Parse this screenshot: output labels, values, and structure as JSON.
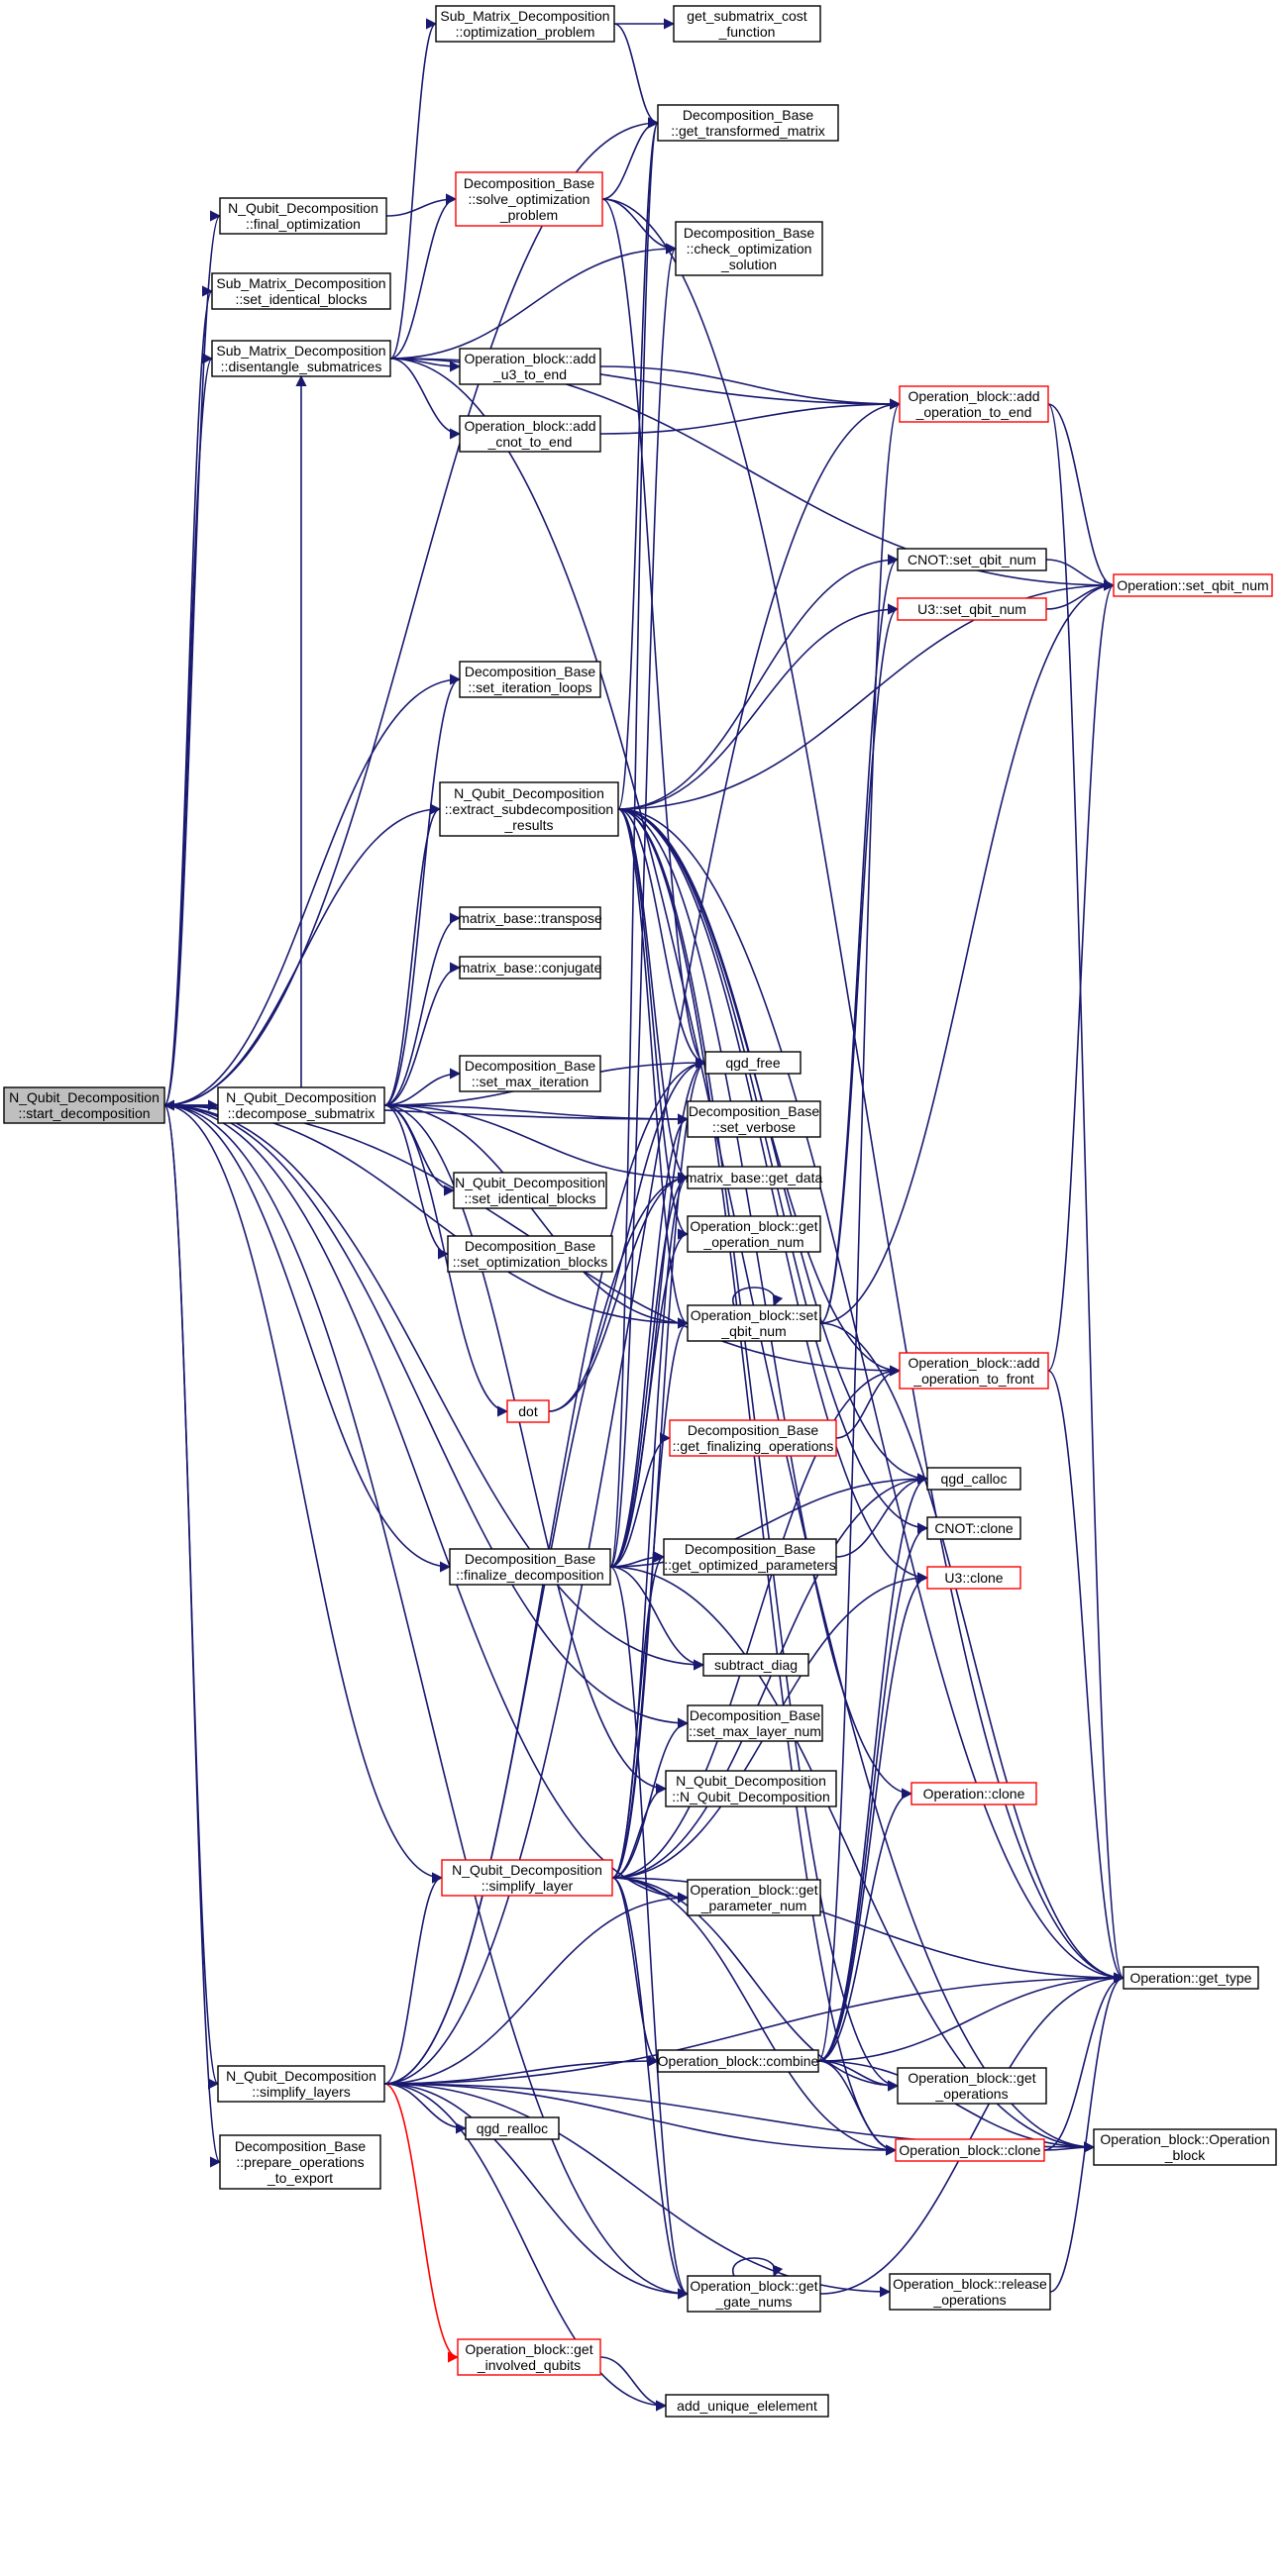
{
  "colors": {
    "edge": "#191970",
    "truncated_edge": "#ff0000",
    "normal_border": "#000000",
    "truncated_border": "#ff0000",
    "current_fill": "#bfbfbf"
  },
  "nodes": [
    {
      "id": "start",
      "lines": [
        "N_Qubit_Decomposition",
        "::start_decomposition"
      ],
      "style": "current"
    },
    {
      "id": "decompose_sub",
      "lines": [
        "N_Qubit_Decomposition",
        "::decompose_submatrix"
      ],
      "style": "normal"
    },
    {
      "id": "final_opt",
      "lines": [
        "N_Qubit_Decomposition",
        "::final_optimization"
      ],
      "style": "normal"
    },
    {
      "id": "smd_set_identical",
      "lines": [
        "Sub_Matrix_Decomposition",
        "::set_identical_blocks"
      ],
      "style": "normal"
    },
    {
      "id": "disentangle",
      "lines": [
        "Sub_Matrix_Decomposition",
        "::disentangle_submatrices"
      ],
      "style": "normal"
    },
    {
      "id": "opt_problem",
      "lines": [
        "Sub_Matrix_Decomposition",
        "::optimization_problem"
      ],
      "style": "normal"
    },
    {
      "id": "get_submatrix_cost",
      "lines": [
        "get_submatrix_cost",
        "_function"
      ],
      "style": "normal"
    },
    {
      "id": "get_transformed",
      "lines": [
        "Decomposition_Base",
        "::get_transformed_matrix"
      ],
      "style": "normal"
    },
    {
      "id": "solve_opt",
      "lines": [
        "Decomposition_Base",
        "::solve_optimization",
        "_problem"
      ],
      "style": "truncated"
    },
    {
      "id": "check_opt",
      "lines": [
        "Decomposition_Base",
        "::check_optimization",
        "_solution"
      ],
      "style": "normal"
    },
    {
      "id": "add_u3",
      "lines": [
        "Operation_block::add",
        "_u3_to_end"
      ],
      "style": "normal"
    },
    {
      "id": "add_cnot",
      "lines": [
        "Operation_block::add",
        "_cnot_to_end"
      ],
      "style": "normal"
    },
    {
      "id": "add_op_end",
      "lines": [
        "Operation_block::add",
        "_operation_to_end"
      ],
      "style": "truncated"
    },
    {
      "id": "cnot_set_qbit",
      "lines": [
        "CNOT::set_qbit_num"
      ],
      "style": "normal"
    },
    {
      "id": "u3_set_qbit",
      "lines": [
        "U3::set_qbit_num"
      ],
      "style": "truncated"
    },
    {
      "id": "op_set_qbit",
      "lines": [
        "Operation::set_qbit_num"
      ],
      "style": "truncated"
    },
    {
      "id": "set_iter_loops",
      "lines": [
        "Decomposition_Base",
        "::set_iteration_loops"
      ],
      "style": "normal"
    },
    {
      "id": "extract",
      "lines": [
        "N_Qubit_Decomposition",
        "::extract_subdecomposition",
        "_results"
      ],
      "style": "normal"
    },
    {
      "id": "transpose",
      "lines": [
        "matrix_base::transpose"
      ],
      "style": "normal"
    },
    {
      "id": "conjugate",
      "lines": [
        "matrix_base::conjugate"
      ],
      "style": "normal"
    },
    {
      "id": "set_max_iter",
      "lines": [
        "Decomposition_Base",
        "::set_max_iteration"
      ],
      "style": "normal"
    },
    {
      "id": "nq_set_identical",
      "lines": [
        "N_Qubit_Decomposition",
        "::set_identical_blocks"
      ],
      "style": "normal"
    },
    {
      "id": "set_opt_blocks",
      "lines": [
        "Decomposition_Base",
        "::set_optimization_blocks"
      ],
      "style": "normal"
    },
    {
      "id": "dot",
      "lines": [
        "dot"
      ],
      "style": "truncated"
    },
    {
      "id": "qgd_free",
      "lines": [
        "qgd_free"
      ],
      "style": "normal"
    },
    {
      "id": "set_verbose",
      "lines": [
        "Decomposition_Base",
        "::set_verbose"
      ],
      "style": "normal"
    },
    {
      "id": "get_data",
      "lines": [
        "matrix_base::get_data"
      ],
      "style": "normal"
    },
    {
      "id": "get_op_num",
      "lines": [
        "Operation_block::get",
        "_operation_num"
      ],
      "style": "normal"
    },
    {
      "id": "ob_set_qbit",
      "lines": [
        "Operation_block::set",
        "_qbit_num"
      ],
      "style": "normal"
    },
    {
      "id": "add_op_front",
      "lines": [
        "Operation_block::add",
        "_operation_to_front"
      ],
      "style": "truncated"
    },
    {
      "id": "get_final_ops",
      "lines": [
        "Decomposition_Base",
        "::get_finalizing_operations"
      ],
      "style": "truncated"
    },
    {
      "id": "qgd_calloc",
      "lines": [
        "qgd_calloc"
      ],
      "style": "normal"
    },
    {
      "id": "finalize",
      "lines": [
        "Decomposition_Base",
        "::finalize_decomposition"
      ],
      "style": "normal"
    },
    {
      "id": "get_opt_params",
      "lines": [
        "Decomposition_Base",
        "::get_optimized_parameters"
      ],
      "style": "normal"
    },
    {
      "id": "cnot_clone",
      "lines": [
        "CNOT::clone"
      ],
      "style": "normal"
    },
    {
      "id": "u3_clone",
      "lines": [
        "U3::clone"
      ],
      "style": "truncated"
    },
    {
      "id": "subtract_diag",
      "lines": [
        "subtract_diag"
      ],
      "style": "normal"
    },
    {
      "id": "set_max_layer",
      "lines": [
        "Decomposition_Base",
        "::set_max_layer_num"
      ],
      "style": "normal"
    },
    {
      "id": "nq_ctor",
      "lines": [
        "N_Qubit_Decomposition",
        "::N_Qubit_Decomposition"
      ],
      "style": "normal"
    },
    {
      "id": "op_clone",
      "lines": [
        "Operation::clone"
      ],
      "style": "truncated"
    },
    {
      "id": "simplify_layer",
      "lines": [
        "N_Qubit_Decomposition",
        "::simplify_layer"
      ],
      "style": "truncated"
    },
    {
      "id": "get_param_num",
      "lines": [
        "Operation_block::get",
        "_parameter_num"
      ],
      "style": "normal"
    },
    {
      "id": "op_get_type",
      "lines": [
        "Operation::get_type"
      ],
      "style": "normal"
    },
    {
      "id": "simplify_layers",
      "lines": [
        "N_Qubit_Decomposition",
        "::simplify_layers"
      ],
      "style": "normal"
    },
    {
      "id": "combine",
      "lines": [
        "Operation_block::combine"
      ],
      "style": "normal"
    },
    {
      "id": "get_operations",
      "lines": [
        "Operation_block::get",
        "_operations"
      ],
      "style": "normal"
    },
    {
      "id": "prepare_ops",
      "lines": [
        "Decomposition_Base",
        "::prepare_operations",
        "_to_export"
      ],
      "style": "normal"
    },
    {
      "id": "qgd_realloc",
      "lines": [
        "qgd_realloc"
      ],
      "style": "normal"
    },
    {
      "id": "ob_clone",
      "lines": [
        "Operation_block::clone"
      ],
      "style": "truncated"
    },
    {
      "id": "ob_ctor",
      "lines": [
        "Operation_block::Operation",
        "_block"
      ],
      "style": "normal"
    },
    {
      "id": "get_gate_nums",
      "lines": [
        "Operation_block::get",
        "_gate_nums"
      ],
      "style": "normal"
    },
    {
      "id": "release_ops",
      "lines": [
        "Operation_block::release",
        "_operations"
      ],
      "style": "normal"
    },
    {
      "id": "get_involved",
      "lines": [
        "Operation_block::get",
        "_involved_qubits"
      ],
      "style": "truncated"
    },
    {
      "id": "add_unique",
      "lines": [
        "add_unique_elelement"
      ],
      "style": "normal"
    }
  ],
  "edges": [
    [
      "decompose_sub",
      "start"
    ],
    [
      "start",
      "decompose_sub"
    ],
    [
      "start",
      "final_opt"
    ],
    [
      "start",
      "smd_set_identical"
    ],
    [
      "start",
      "disentangle"
    ],
    [
      "start",
      "get_transformed"
    ],
    [
      "start",
      "set_iter_loops"
    ],
    [
      "start",
      "extract"
    ],
    [
      "start",
      "set_verbose"
    ],
    [
      "start",
      "ob_set_qbit"
    ],
    [
      "start",
      "add_op_front"
    ],
    [
      "start",
      "finalize"
    ],
    [
      "start",
      "subtract_diag"
    ],
    [
      "start",
      "set_max_layer"
    ],
    [
      "start",
      "simplify_layer"
    ],
    [
      "start",
      "simplify_layers"
    ],
    [
      "start",
      "prepare_ops"
    ],
    [
      "start",
      "get_gate_nums"
    ],
    [
      "start",
      "get_param_num"
    ],
    [
      "final_opt",
      "solve_opt"
    ],
    [
      "disentangle",
      "opt_problem"
    ],
    [
      "disentangle",
      "solve_opt"
    ],
    [
      "disentangle",
      "check_opt"
    ],
    [
      "disentangle",
      "add_u3"
    ],
    [
      "disentangle",
      "add_cnot"
    ],
    [
      "disentangle",
      "add_op_end"
    ],
    [
      "disentangle",
      "op_set_qbit"
    ],
    [
      "disentangle",
      "ob_ctor"
    ],
    [
      "opt_problem",
      "get_submatrix_cost"
    ],
    [
      "opt_problem",
      "get_transformed"
    ],
    [
      "solve_opt",
      "get_transformed"
    ],
    [
      "solve_opt",
      "check_opt"
    ],
    [
      "solve_opt",
      "qgd_free"
    ],
    [
      "solve_opt",
      "op_get_type"
    ],
    [
      "add_u3",
      "add_op_end"
    ],
    [
      "add_cnot",
      "add_op_end"
    ],
    [
      "add_op_end",
      "op_set_qbit"
    ],
    [
      "add_op_end",
      "op_get_type"
    ],
    [
      "cnot_set_qbit",
      "op_set_qbit"
    ],
    [
      "u3_set_qbit",
      "op_set_qbit"
    ],
    [
      "decompose_sub",
      "extract"
    ],
    [
      "decompose_sub",
      "transpose"
    ],
    [
      "decompose_sub",
      "conjugate"
    ],
    [
      "decompose_sub",
      "set_max_iter"
    ],
    [
      "decompose_sub",
      "nq_set_identical"
    ],
    [
      "decompose_sub",
      "set_opt_blocks"
    ],
    [
      "decompose_sub",
      "dot"
    ],
    [
      "decompose_sub",
      "qgd_free"
    ],
    [
      "decompose_sub",
      "set_verbose"
    ],
    [
      "decompose_sub",
      "get_data"
    ],
    [
      "decompose_sub",
      "disentangle"
    ],
    [
      "decompose_sub",
      "set_iter_loops"
    ],
    [
      "decompose_sub",
      "nq_ctor"
    ],
    [
      "decompose_sub",
      "ob_set_qbit"
    ],
    [
      "extract",
      "get_transformed"
    ],
    [
      "extract",
      "qgd_free"
    ],
    [
      "extract",
      "get_data"
    ],
    [
      "extract",
      "get_op_num"
    ],
    [
      "extract",
      "cnot_set_qbit"
    ],
    [
      "extract",
      "u3_set_qbit"
    ],
    [
      "extract",
      "op_set_qbit"
    ],
    [
      "extract",
      "add_op_front"
    ],
    [
      "extract",
      "qgd_calloc"
    ],
    [
      "extract",
      "cnot_clone"
    ],
    [
      "extract",
      "u3_clone"
    ],
    [
      "extract",
      "op_clone"
    ],
    [
      "extract",
      "op_get_type"
    ],
    [
      "extract",
      "ob_clone"
    ],
    [
      "extract",
      "get_operations"
    ],
    [
      "extract",
      "ob_set_qbit"
    ],
    [
      "dot",
      "qgd_free"
    ],
    [
      "dot",
      "get_data"
    ],
    [
      "ob_set_qbit",
      "ob_set_qbit"
    ],
    [
      "ob_set_qbit",
      "cnot_set_qbit"
    ],
    [
      "ob_set_qbit",
      "u3_set_qbit"
    ],
    [
      "ob_set_qbit",
      "op_set_qbit"
    ],
    [
      "ob_set_qbit",
      "op_get_type"
    ],
    [
      "add_op_front",
      "op_set_qbit"
    ],
    [
      "add_op_front",
      "op_get_type"
    ],
    [
      "get_final_ops",
      "add_op_front"
    ],
    [
      "finalize",
      "get_final_ops"
    ],
    [
      "finalize",
      "get_opt_params"
    ],
    [
      "finalize",
      "qgd_calloc"
    ],
    [
      "finalize",
      "get_transformed"
    ],
    [
      "finalize",
      "set_verbose"
    ],
    [
      "finalize",
      "get_data"
    ],
    [
      "finalize",
      "get_op_num"
    ],
    [
      "finalize",
      "qgd_free"
    ],
    [
      "finalize",
      "subtract_diag"
    ],
    [
      "finalize",
      "get_gate_nums"
    ],
    [
      "finalize",
      "ob_ctor"
    ],
    [
      "finalize",
      "check_opt"
    ],
    [
      "get_opt_params",
      "qgd_calloc"
    ],
    [
      "simplify_layer",
      "combine"
    ],
    [
      "simplify_layer",
      "get_param_num"
    ],
    [
      "simplify_layer",
      "op_get_type"
    ],
    [
      "simplify_layer",
      "get_gate_nums"
    ],
    [
      "simplify_layer",
      "add_op_front"
    ],
    [
      "simplify_layer",
      "qgd_calloc"
    ],
    [
      "simplify_layer",
      "set_max_layer"
    ],
    [
      "simplify_layer",
      "nq_ctor"
    ],
    [
      "simplify_layer",
      "get_opt_params"
    ],
    [
      "simplify_layer",
      "qgd_free"
    ],
    [
      "simplify_layer",
      "ob_set_qbit"
    ],
    [
      "simplify_layer",
      "get_operations"
    ],
    [
      "simplify_layer",
      "ob_clone"
    ],
    [
      "simplify_layer",
      "get_data"
    ],
    [
      "simplify_layer",
      "u3_clone"
    ],
    [
      "simplify_layers",
      "simplify_layer"
    ],
    [
      "simplify_layers",
      "combine"
    ],
    [
      "simplify_layers",
      "qgd_realloc"
    ],
    [
      "simplify_layers",
      "get_gate_nums"
    ],
    [
      "simplify_layers",
      "get_involved"
    ],
    [
      "simplify_layers",
      "add_unique"
    ],
    [
      "simplify_layers",
      "release_ops"
    ],
    [
      "simplify_layers",
      "ob_clone"
    ],
    [
      "simplify_layers",
      "ob_ctor"
    ],
    [
      "simplify_layers",
      "op_get_type"
    ],
    [
      "simplify_layers",
      "get_param_num"
    ],
    [
      "simplify_layers",
      "get_data"
    ],
    [
      "simplify_layers",
      "qgd_free"
    ],
    [
      "simplify_layers",
      "add_op_end"
    ],
    [
      "combine",
      "get_operations"
    ],
    [
      "combine",
      "ob_clone"
    ],
    [
      "combine",
      "op_get_type"
    ],
    [
      "combine",
      "cnot_clone"
    ],
    [
      "combine",
      "u3_clone"
    ],
    [
      "combine",
      "op_clone"
    ],
    [
      "combine",
      "add_op_end"
    ],
    [
      "combine",
      "qgd_calloc"
    ],
    [
      "combine",
      "ob_ctor"
    ],
    [
      "ob_clone",
      "ob_ctor"
    ],
    [
      "ob_clone",
      "op_get_type"
    ],
    [
      "get_gate_nums",
      "get_gate_nums"
    ],
    [
      "get_gate_nums",
      "op_get_type"
    ],
    [
      "get_involved",
      "add_unique"
    ],
    [
      "release_ops",
      "op_get_type"
    ]
  ]
}
